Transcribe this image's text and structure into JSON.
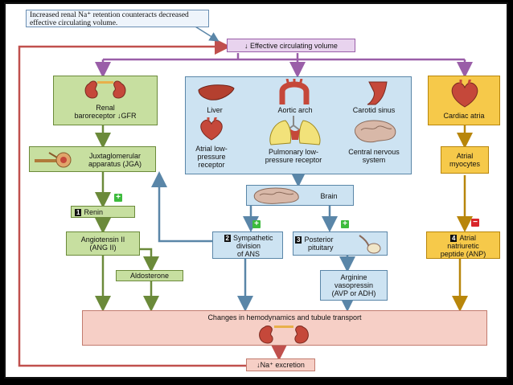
{
  "caption": "Increased renal Na⁺ retention counteracts decreased effective circulating volume.",
  "top_box": "↓ Effective circulating volume",
  "renal_baroreceptor": {
    "line1": "Renal",
    "line2": "baroreceptor  ↓GFR"
  },
  "jga": {
    "line1": "Juxtaglomerular",
    "line2": "apparatus (JGA)"
  },
  "renin": {
    "num": "1",
    "label": "Renin"
  },
  "ang2": {
    "line1": "Angiotensin II",
    "line2": "(ANG II)"
  },
  "aldosterone": "Aldosterone",
  "receptors": {
    "liver": "Liver",
    "aortic_arch": "Aortic arch",
    "carotid_sinus": "Carotid sinus",
    "atrial_low": [
      "Atrial low-",
      "pressure",
      "receptor"
    ],
    "pulmonary": [
      "Pulmonary low-",
      "pressure receptor"
    ],
    "cns": [
      "Central nervous",
      "system"
    ]
  },
  "brain": "Brain",
  "sympathetic": {
    "num": "2",
    "lines": [
      "Sympathetic",
      "division",
      "of ANS"
    ]
  },
  "posterior": {
    "num": "3",
    "lines": [
      "Posterior",
      "pituitary"
    ]
  },
  "avp": [
    "Arginine",
    "vasopressin",
    "(AVP or ADH)"
  ],
  "cardiac_atria": "Cardiac atria",
  "atrial_myocytes": [
    "Atrial",
    "myocytes"
  ],
  "anp": {
    "num": "4",
    "lines": [
      "Atrial",
      "natriuretic",
      "peptide (ANP)"
    ]
  },
  "changes": "Changes in hemodynamics and tubule transport",
  "na_excretion": "↓Na⁺ excretion",
  "signs": {
    "plus": "+",
    "minus": "−"
  },
  "colors": {
    "green": "#c7dfa0",
    "blue": "#cde3f2",
    "yellow": "#f6c94a",
    "pink": "#f6cfc6",
    "lavender": "#e8d3ee",
    "arrow_red": "#c0504d"
  },
  "icons": [
    "kidney-icon",
    "juxtaglomerular-icon",
    "liver-icon",
    "aortic-arch-icon",
    "carotid-sinus-icon",
    "heart-icon",
    "lungs-icon",
    "brain-icon",
    "pituitary-icon"
  ]
}
